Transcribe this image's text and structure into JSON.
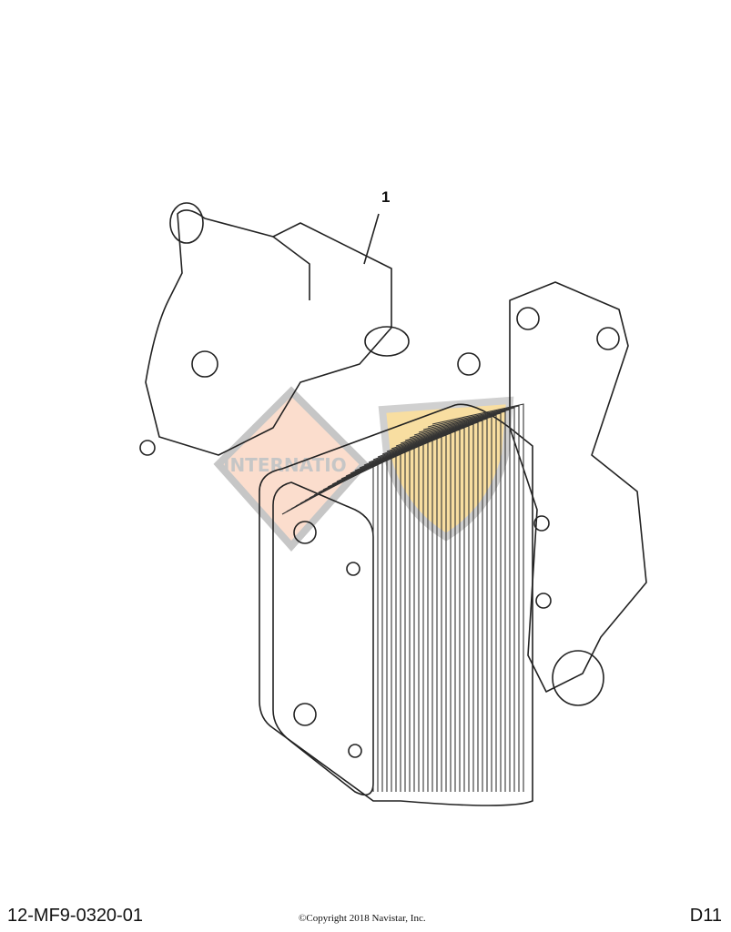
{
  "diagram": {
    "callouts": [
      {
        "label": "1"
      }
    ],
    "watermark": {
      "text": "INTERNATIONAL",
      "colors": {
        "diamond": "#f2a77c",
        "shield": "#f3c456",
        "gray": "#9a9a9a"
      }
    }
  },
  "footer": {
    "part_code": "12-MF9-0320-01",
    "copyright": "©Copyright 2018 Navistar, Inc.",
    "page_code": "D11"
  }
}
